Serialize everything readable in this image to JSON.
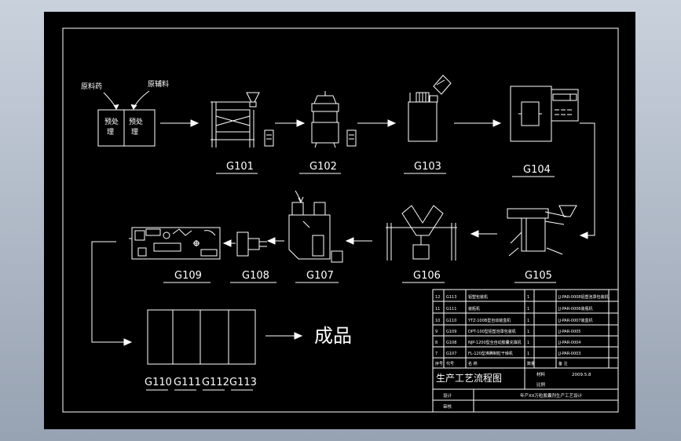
{
  "inputs": {
    "label_left": "原料药",
    "label_right": "原辅料",
    "box_left": [
      "预处",
      "理"
    ],
    "box_right": [
      "预处",
      "理"
    ]
  },
  "stations": {
    "g101": "G101",
    "g102": "G102",
    "g103": "G103",
    "g104": "G104",
    "g105": "G105",
    "g106": "G106",
    "g107": "G107",
    "g108": "G108",
    "g109": "G109",
    "g110": "G110",
    "g111": "G111",
    "g112": "G112",
    "g113": "G113"
  },
  "product": "成品",
  "title_block": {
    "title": "生产工艺流程图",
    "rows": [
      {
        "no": "12",
        "code": "G113",
        "name": "铝塑包装机",
        "qty": "1",
        "note": "JJ-PAR-0008铝塑泡罩包装机"
      },
      {
        "no": "11",
        "code": "G111",
        "name": "装瓶机",
        "qty": "1",
        "note": "JJ-PAR-0006装瓶机"
      },
      {
        "no": "10",
        "code": "G110",
        "name": "YTZ-100B型自动装盒机",
        "qty": "1",
        "note": "JJ-PAR-0007装盒机"
      },
      {
        "no": "9",
        "code": "G109",
        "name": "DPT-100型铝塑泡罩包装机",
        "qty": "1",
        "note": "JJ-PAR-0005"
      },
      {
        "no": "8",
        "code": "G108",
        "name": "NJP-1200型全自动胶囊充填机",
        "qty": "1",
        "note": "JJ-PAR-0004"
      },
      {
        "no": "7",
        "code": "G107",
        "name": "FL-120型沸腾制粒干燥机",
        "qty": "1",
        "note": "JJ-PAR-0003"
      },
      {
        "no": "序号",
        "code": "代号",
        "name": "名 称",
        "qty": "数量",
        "note": "备 注"
      }
    ],
    "material_label": "材料",
    "scale": "比例",
    "date": "2009.5.8",
    "designer": "设计",
    "checker": "审核",
    "project": "年产XX万粒胶囊剂生产工艺设计"
  }
}
